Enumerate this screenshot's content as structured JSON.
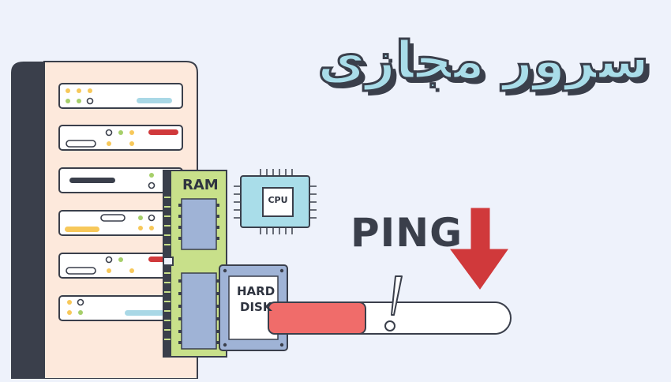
{
  "title": "سرور مجازی",
  "ping_label": "PING",
  "ram_label": "RAM",
  "cpu_label": "CPU",
  "hard_disk_label_line1": "HARD",
  "hard_disk_label_line2": "DISK",
  "ping_progress_fraction": 0.4,
  "colors": {
    "background": "#eef2fb",
    "server_front": "#fde9dc",
    "server_side": "#3a3f4b",
    "ram_board": "#c8e08a",
    "ram_chip": "#9fb3d6",
    "cpu_body": "#a9dde9",
    "hard_disk": "#9fb3d6",
    "progress_fill": "#f06c6a",
    "arrow": "#d0393b",
    "title_fill": "#a9dde9",
    "outline": "#3a3f4b"
  }
}
